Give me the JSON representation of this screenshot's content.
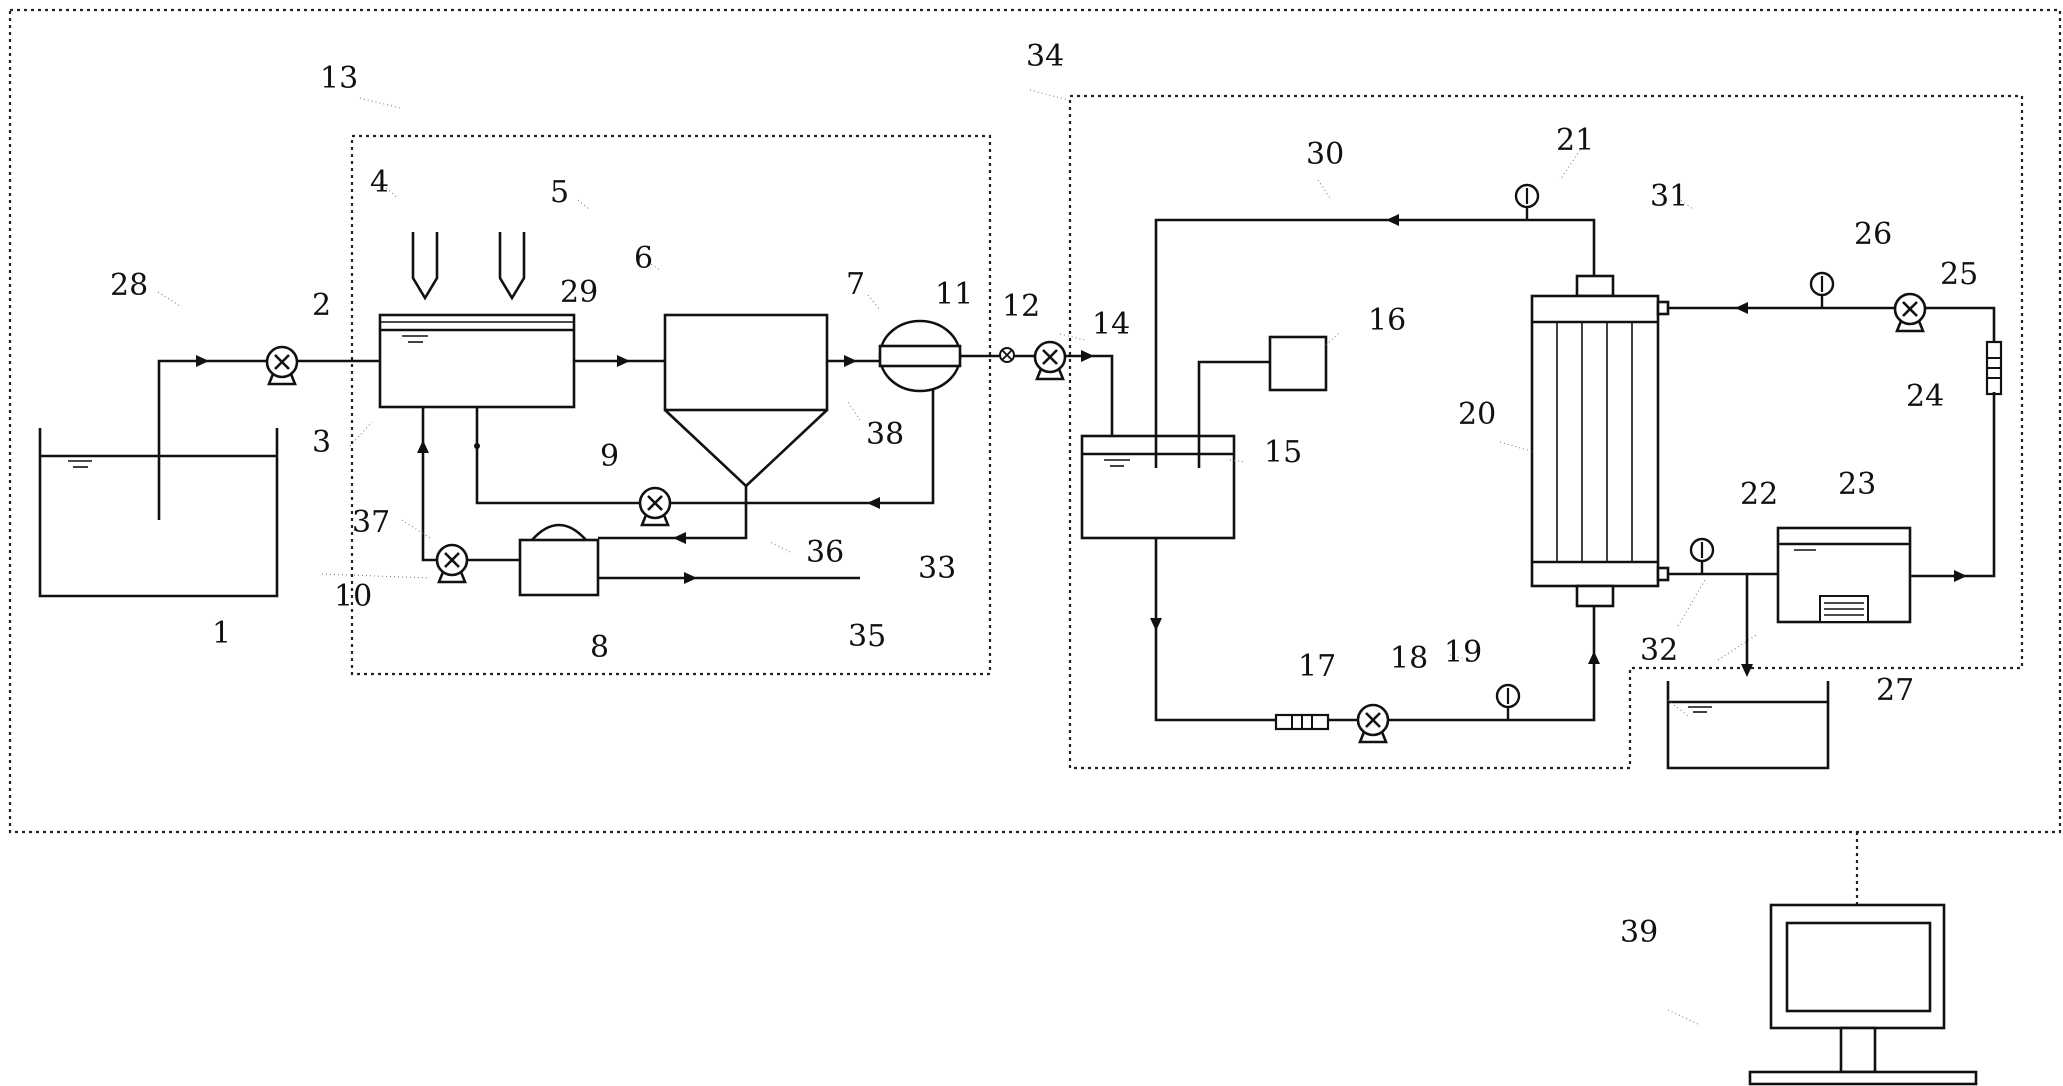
{
  "diagram": {
    "labels": {
      "n1": "1",
      "n2": "2",
      "n3": "3",
      "n4": "4",
      "n5": "5",
      "n6": "6",
      "n7": "7",
      "n8": "8",
      "n9": "9",
      "n10": "10",
      "n11": "11",
      "n12": "12",
      "n13": "13",
      "n14": "14",
      "n15": "15",
      "n16": "16",
      "n17": "17",
      "n18": "18",
      "n19": "19",
      "n20": "20",
      "n21": "21",
      "n22": "22",
      "n23": "23",
      "n24": "24",
      "n25": "25",
      "n26": "26",
      "n27": "27",
      "n28": "28",
      "n29": "29",
      "n30": "30",
      "n31": "31",
      "n32": "32",
      "n33": "33",
      "n34": "34",
      "n35": "35",
      "n36": "36",
      "n37": "37",
      "n38": "38",
      "n39": "39"
    }
  }
}
